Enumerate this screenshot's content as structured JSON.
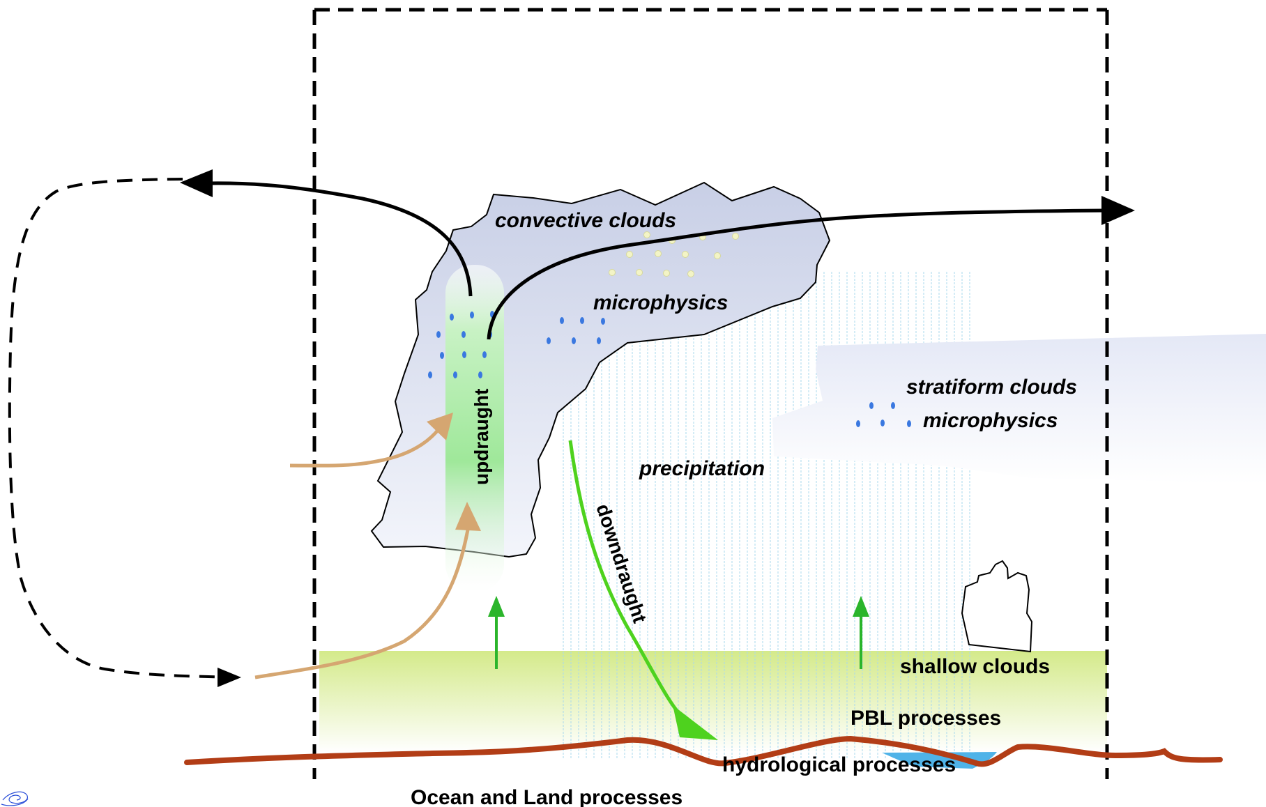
{
  "labels": {
    "convective_clouds": "convective clouds",
    "microphysics_convective": "microphysics",
    "stratiform_clouds": "stratiform clouds",
    "microphysics_stratiform": "microphysics",
    "precipitation": "precipitation",
    "updraught": "updraught",
    "downdraught": "downdraught",
    "shallow_clouds": "shallow clouds",
    "pbl_processes": "PBL processes",
    "hydrological_processes": "hydrological processes",
    "ocean_land_processes": "Ocean and Land processes"
  },
  "colors": {
    "cloud_fill": "#cfd6ea",
    "stratiform_fill": "#e9ecf7",
    "pbl_fill": "#d6eb8f",
    "updraught_fill": "#9fe89a",
    "inflow_arrow": "#d5a671",
    "green_arrow": "#2bb52b",
    "downdraught_arrow": "#4ed21e",
    "surface_line": "#b23d16",
    "water": "#4fb3e8",
    "drops": "#3a78e0",
    "ice": "#f3f4c6",
    "rain": "#a9d8ee"
  },
  "icons": {
    "corner_logo": "swirl-logo-icon"
  }
}
